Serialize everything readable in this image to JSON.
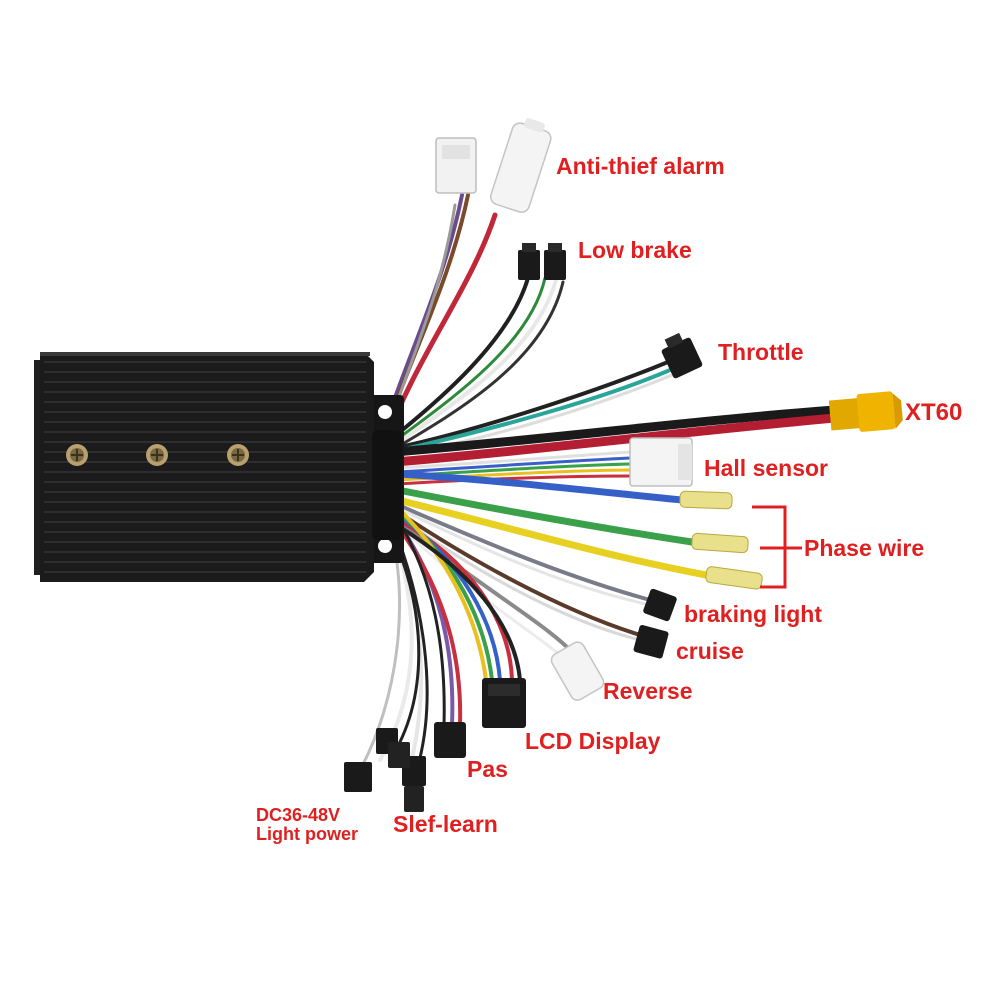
{
  "labels": {
    "anti_thief_alarm": "Anti-thief alarm",
    "low_brake": "Low brake",
    "throttle": "Throttle",
    "xt60": "XT60",
    "hall_sensor": "Hall sensor",
    "phase_wire": "Phase wire",
    "braking_light": "braking light",
    "cruise": "cruise",
    "reverse": "Reverse",
    "lcd_display": "LCD Display",
    "pas": "Pas",
    "slef_learn": "Slef-learn",
    "light_power_line1": "DC36-48V",
    "light_power_line2": "Light power"
  },
  "colors": {
    "label": "#e02020",
    "housing": "#1b1b1b",
    "housing_highlight": "#3a3a3a",
    "connector_black": "#1a1a1a",
    "connector_white": "#f2f2f2",
    "connector_yellow": "#f0b400",
    "phase_sleeve": "#e8e08a"
  },
  "icons": {
    "controller": "motor-controller-box",
    "screw": "screw-icon",
    "connector": "wire-connector"
  }
}
